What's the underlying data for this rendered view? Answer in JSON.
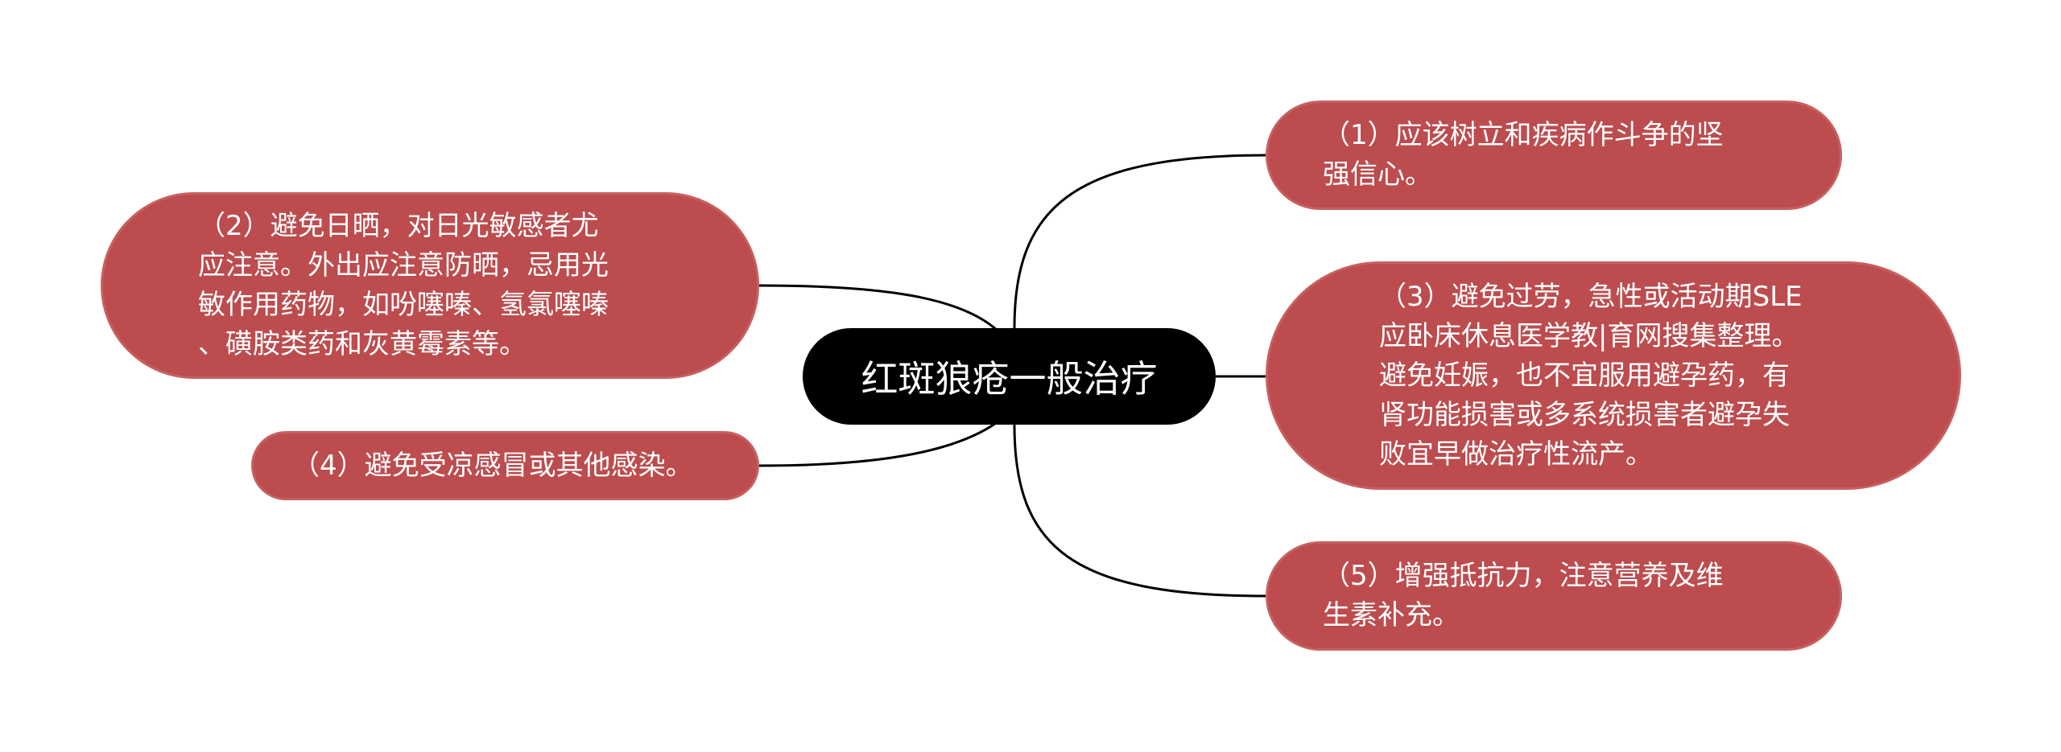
{
  "mindmap": {
    "center": {
      "label": "红斑狼疮一般治疗"
    },
    "branches": [
      {
        "id": "n1",
        "side": "right",
        "text": "（1）应该树立和疾病作斗争的坚\n强信心。"
      },
      {
        "id": "n2",
        "side": "left",
        "text": "（2）避免日晒，对日光敏感者尤\n应注意。外出应注意防晒，忌用光\n敏作用药物，如吩噻嗪、氢氯噻嗪\n、磺胺类药和灰黄霉素等。"
      },
      {
        "id": "n3",
        "side": "right",
        "text": "（3）避免过劳，急性或活动期SLE\n应卧床休息医学教|育网搜集整理。\n避免妊娠，也不宜服用避孕药，有\n肾功能损害或多系统损害者避孕失\n败宜早做治疗性流产。"
      },
      {
        "id": "n4",
        "side": "left",
        "text": "（4）避免受凉感冒或其他感染。"
      },
      {
        "id": "n5",
        "side": "right",
        "text": "（5）增强抵抗力，注意营养及维\n生素补充。"
      }
    ],
    "colors": {
      "center_fill": "#000000",
      "branch_fill": "#bc4c4e",
      "branch_border": "#c76060",
      "text": "#ffffff",
      "connector": "#000000"
    }
  }
}
